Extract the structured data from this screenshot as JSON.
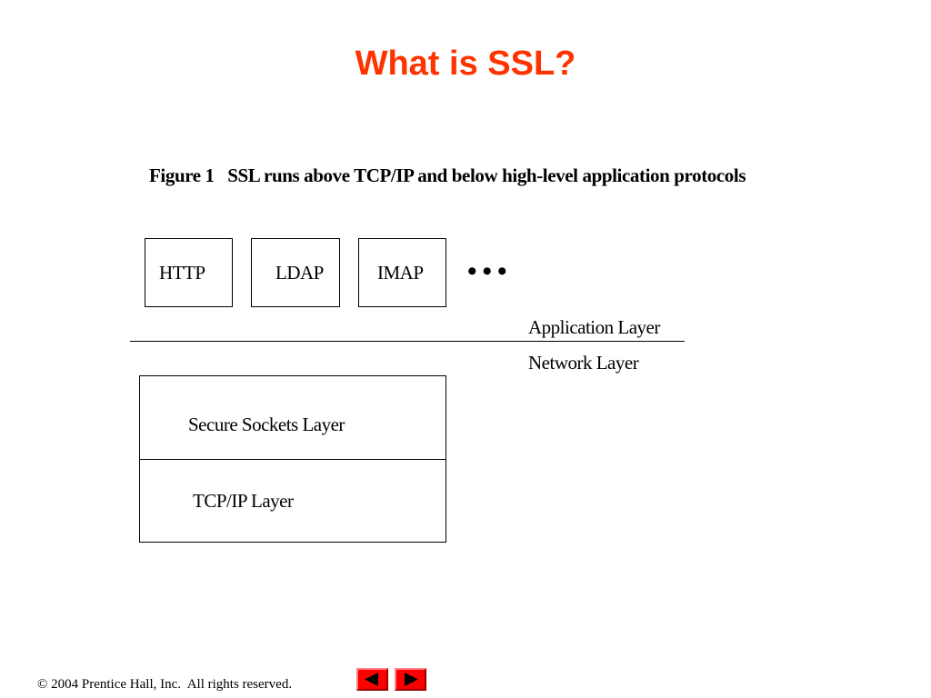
{
  "slide": {
    "title": "What is SSL?",
    "title_color": "#ff3300"
  },
  "figure": {
    "caption": "Figure 1   SSL runs above TCP/IP and below high-level application protocols",
    "application_protocols": [
      "HTTP",
      "LDAP",
      "IMAP"
    ],
    "more_indicator": "•••",
    "layer_labels": {
      "upper": "Application Layer",
      "lower": "Network Layer"
    },
    "stack": [
      "Secure Sockets Layer",
      "TCP/IP Layer"
    ]
  },
  "footer": {
    "copyright": "© 2004 Prentice Hall, Inc.  All rights reserved."
  },
  "navigation": {
    "previous_icon": "triangle-left-icon",
    "next_icon": "triangle-right-icon",
    "button_color": "#ff0000"
  }
}
